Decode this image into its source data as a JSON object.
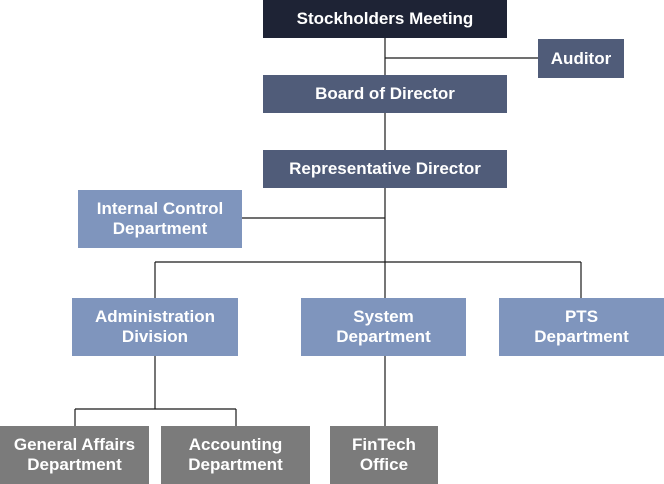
{
  "colors": {
    "top": "#1e2335",
    "management": "#505c79",
    "departments": "#7f95bd",
    "sections": "#7b7b7b",
    "connector": "#1a1a1a"
  },
  "nodes": {
    "stockholders_meeting": "Stockholders Meeting",
    "auditor": "Auditor",
    "board_of_director": "Board of Director",
    "representative_director": "Representative Director",
    "internal_control": "Internal Control\nDepartment",
    "administration_division": "Administration\nDivision",
    "system_department": "System\nDepartment",
    "pts_department": "PTS\nDepartment",
    "general_affairs": "General Affairs\nDepartment",
    "accounting": "Accounting\nDepartment",
    "fintech_office": "FinTech\nOffice"
  }
}
